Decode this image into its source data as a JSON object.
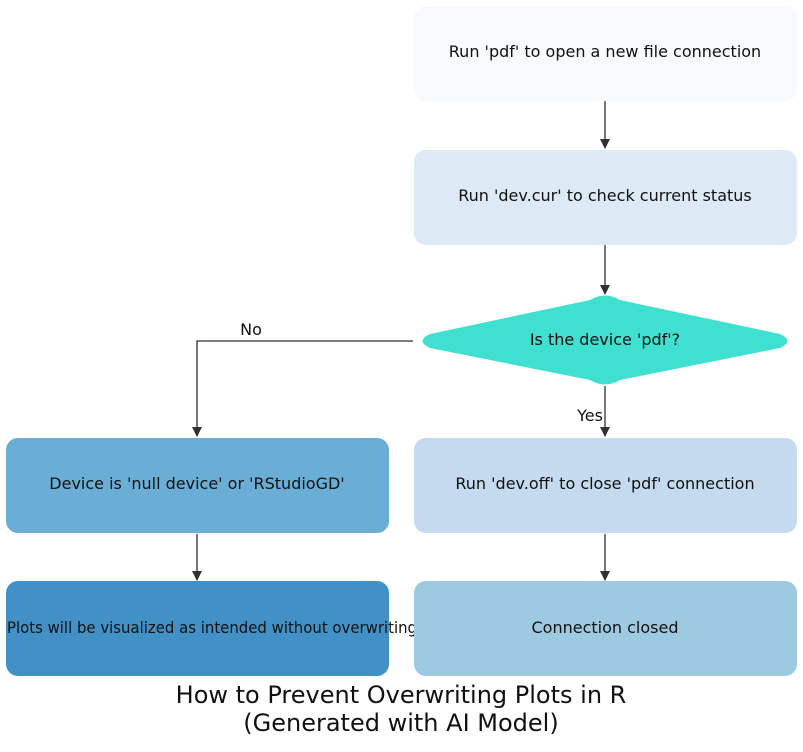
{
  "diagram": {
    "nodes": {
      "open_pdf": {
        "label": "Run 'pdf' to open a new file connection",
        "fill": "#f6f9fe"
      },
      "check_status": {
        "label": "Run 'dev.cur' to check current status",
        "fill": "#ddeaf6"
      },
      "is_pdf": {
        "label": "Is the device 'pdf'?",
        "fill": "#40e0d0"
      },
      "null_device": {
        "label": "Device is 'null device' or 'RStudioGD'",
        "fill": "#6aadd5"
      },
      "close_pdf": {
        "label": "Run 'dev.off' to close 'pdf' connection",
        "fill": "#c5daee"
      },
      "visualized": {
        "label": "Plots will be visualized as intended without overwriting",
        "fill": "#4291c6"
      },
      "closed": {
        "label": "Connection closed",
        "fill": "#9ecae1"
      }
    },
    "edges": {
      "no_label": "No",
      "yes_label": "Yes"
    },
    "title": {
      "line1": "How to Prevent Overwriting Plots in R",
      "line2": "(Generated with AI Model)"
    },
    "colors": {
      "edge": "#2d3039"
    }
  }
}
